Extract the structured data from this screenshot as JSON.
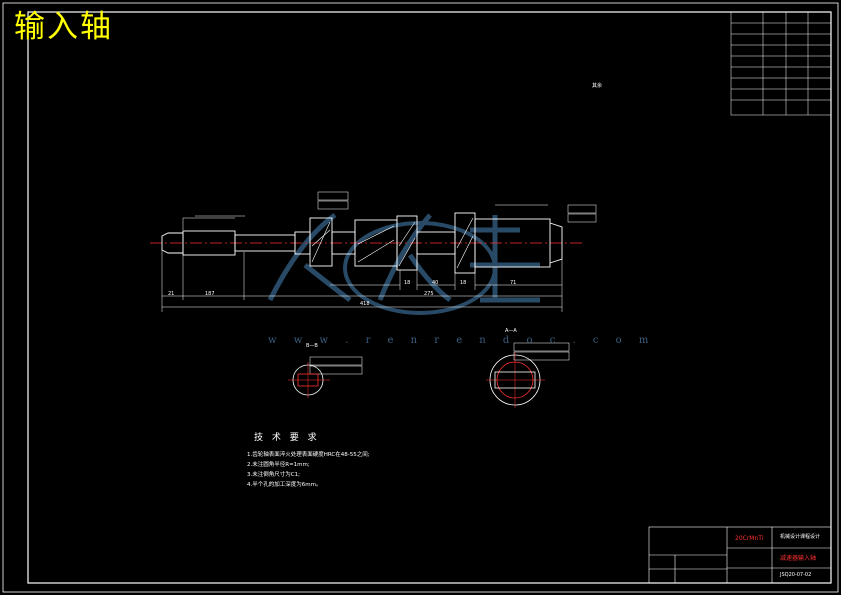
{
  "title": "输入轴",
  "tech_requirements": {
    "heading": "技 术 要 求",
    "items": [
      "1.齿轮轴表面淬火处理表面硬度HRC在48-55之间;",
      "2.未注圆角半径R=1mm;",
      "3.未注倒角尺寸为C1;",
      "4.半个孔的加工深度为6mm。"
    ]
  },
  "section_labels": {
    "left": "B—B",
    "right": "A—A"
  },
  "roughness_note": "其余",
  "dimensions": {
    "total": "418",
    "d187": "187",
    "d21": "21",
    "d275": "275",
    "d40": "40",
    "d71": "71",
    "d18a": "18",
    "d18b": "18"
  },
  "title_block": {
    "material": "20CrMnTi",
    "part_name": "减速器输入轴",
    "drawing_no": "JSQ20-07-02",
    "school": "机械设计课程设计"
  },
  "watermark": {
    "url": "w w w . r e n r e n d o c . c o m"
  },
  "colors": {
    "title": "#ffff00",
    "centerline": "#ff3030",
    "lines": "#ffffff",
    "watermark": "#3a5f80"
  }
}
